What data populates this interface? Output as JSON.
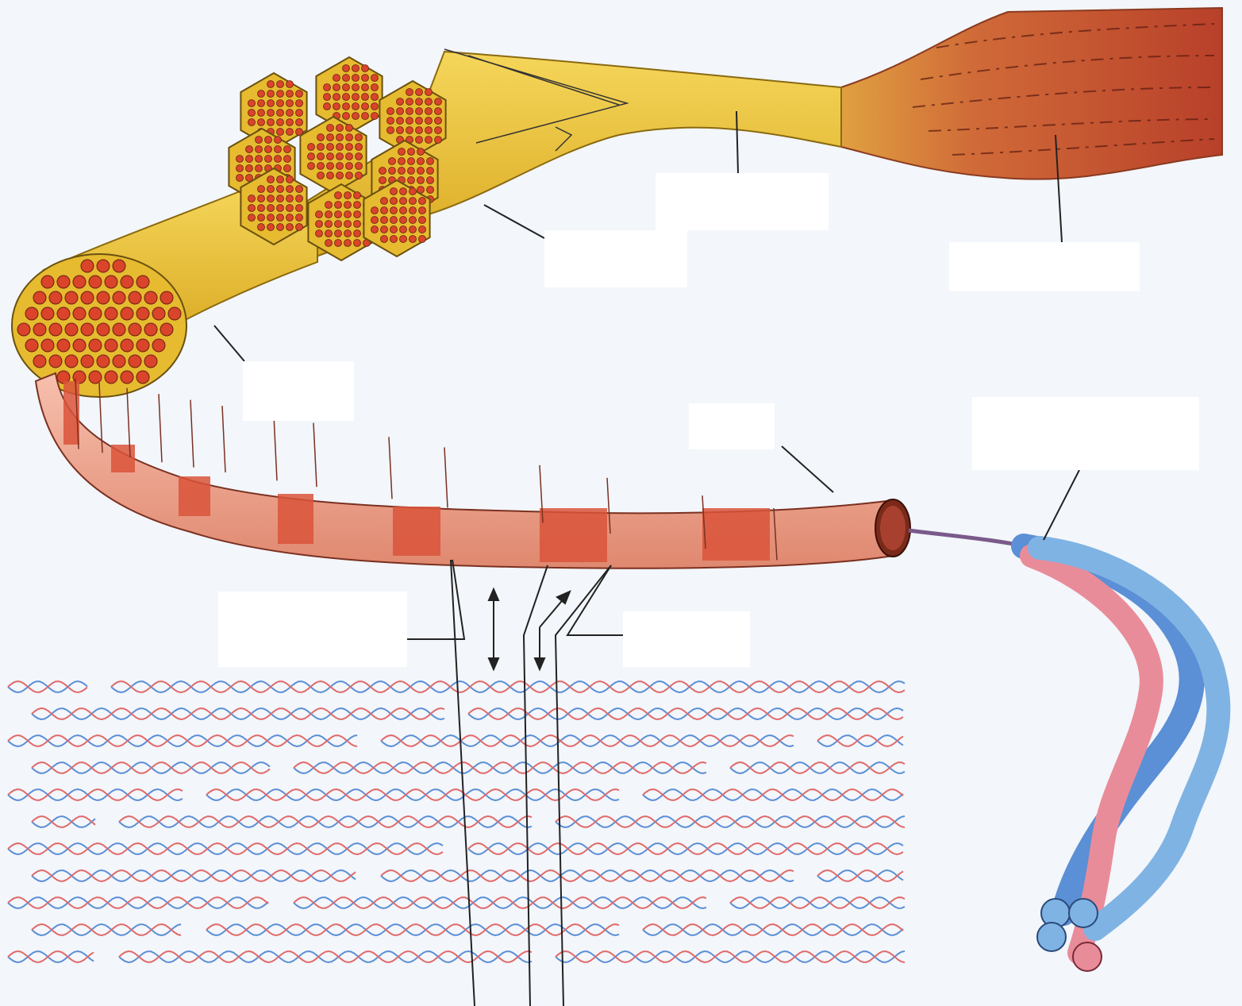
{
  "diagram": {
    "colors": {
      "background": "#f3f6fa",
      "tendon": "#e8c23a",
      "tendon_dark": "#b8901c",
      "muscle": "#c8502e",
      "fiber_dot": "#d9442a",
      "fibril_light": "#f2a88f",
      "fibril_dark": "#d9543a",
      "helix_blue": "#5b8fd6",
      "helix_red": "#e06a6a",
      "strand_blue": "#7fb3e3",
      "strand_pink": "#e98c9a",
      "leader_line": "#222222"
    },
    "labels": [
      {
        "id": "tendon",
        "text": ""
      },
      {
        "id": "muscle",
        "text": ""
      },
      {
        "id": "fascicle",
        "text": ""
      },
      {
        "id": "fiber-bundle",
        "text": ""
      },
      {
        "id": "fibril",
        "text": ""
      },
      {
        "id": "collagen-molecule",
        "text": ""
      },
      {
        "id": "gap-zone",
        "text": ""
      },
      {
        "id": "overlap-zone",
        "text": ""
      }
    ]
  }
}
